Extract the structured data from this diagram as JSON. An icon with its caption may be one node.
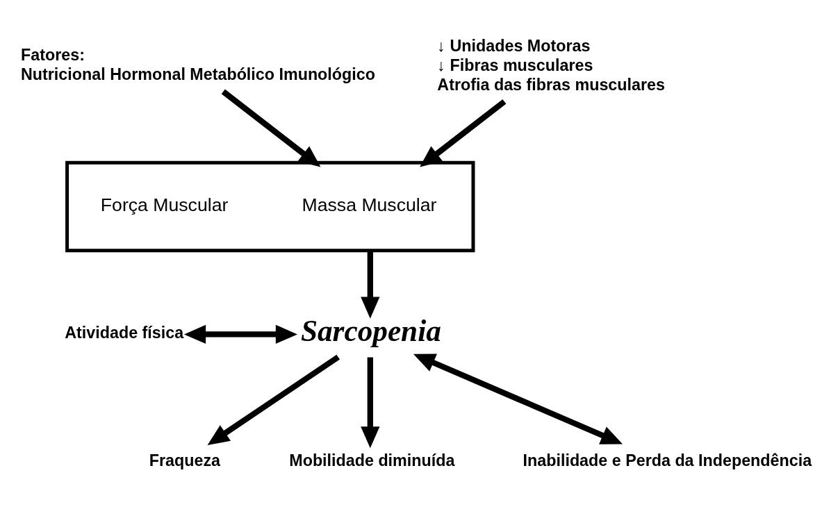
{
  "diagram": {
    "nodes": [
      {
        "text": [
          "Fatores:",
          "Nutricional Hormonal Metabólico Imunológico"
        ]
      },
      {
        "text": [
          "↓ Unidades Motoras",
          "↓ Fibras musculares",
          "Atrofia das fibras musculares"
        ]
      },
      {
        "text": [],
        "shape": "box"
      },
      {
        "text": [
          "Massa Muscular"
        ],
        "in": 2
      },
      {
        "text": [
          "Força Muscular"
        ],
        "in": 2
      },
      {
        "text": [
          "Atividade física"
        ]
      },
      {
        "text": [
          "Sarcopenia"
        ]
      },
      {
        "text": [
          "Fraqueza"
        ]
      },
      {
        "text": [
          "Mobilidade diminuída"
        ]
      },
      {
        "text": [
          "Inabilidade e Perda da Independência"
        ]
      }
    ],
    "edges": [
      {
        "from": 0,
        "to": 2,
        "arrow": "to"
      },
      {
        "from": 1,
        "to": 2,
        "arrow": "to"
      },
      {
        "from": 2,
        "to": 6,
        "arrow": "to"
      },
      {
        "from": 5,
        "to": 6,
        "arrow": "both"
      },
      {
        "from": 6,
        "to": 7,
        "arrow": "to"
      },
      {
        "from": 6,
        "to": 8,
        "arrow": "to"
      },
      {
        "from": 6,
        "to": 9,
        "arrow": "both"
      }
    ]
  }
}
